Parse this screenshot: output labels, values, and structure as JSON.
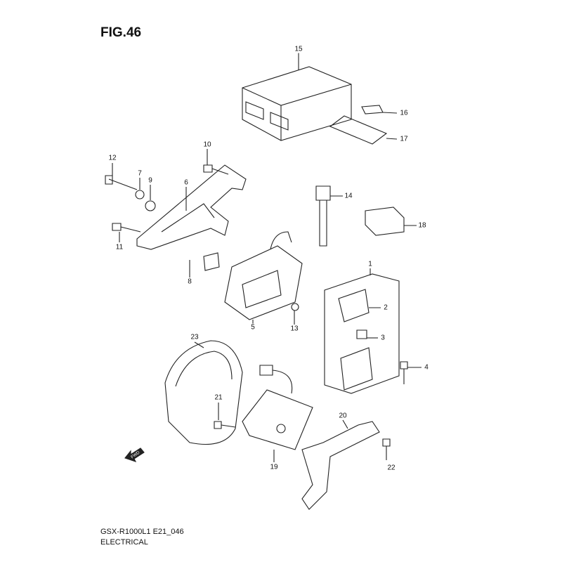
{
  "figure_title": "FIG.46",
  "model_code": "GSX-R1000L1 E21_046",
  "section": "ELECTRICAL",
  "direction_marker": "FWD",
  "part_callouts": [
    "1",
    "2",
    "3",
    "4",
    "5",
    "6",
    "7",
    "8",
    "9",
    "10",
    "11",
    "12",
    "13",
    "14",
    "15",
    "16",
    "17",
    "18",
    "19",
    "20",
    "21",
    "22",
    "23"
  ]
}
